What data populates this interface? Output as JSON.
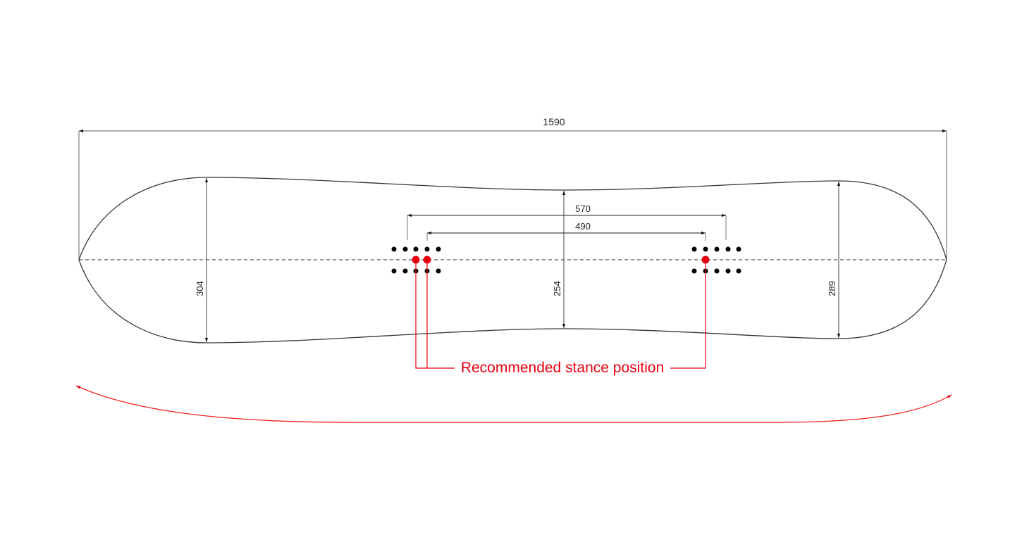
{
  "diagram": {
    "subject": "snowboard-outline",
    "colors": {
      "outline": "#3a3333",
      "dimension": "#333333",
      "annotation": "#e8000f",
      "insert": "#000000"
    },
    "dimensions": {
      "overall_length": "1590",
      "nose_width": "304",
      "waist_width": "254",
      "tail_width": "289",
      "outer_stance": "570",
      "inner_stance": "490"
    },
    "annotation": {
      "stance_label": "Recommended stance position"
    }
  }
}
